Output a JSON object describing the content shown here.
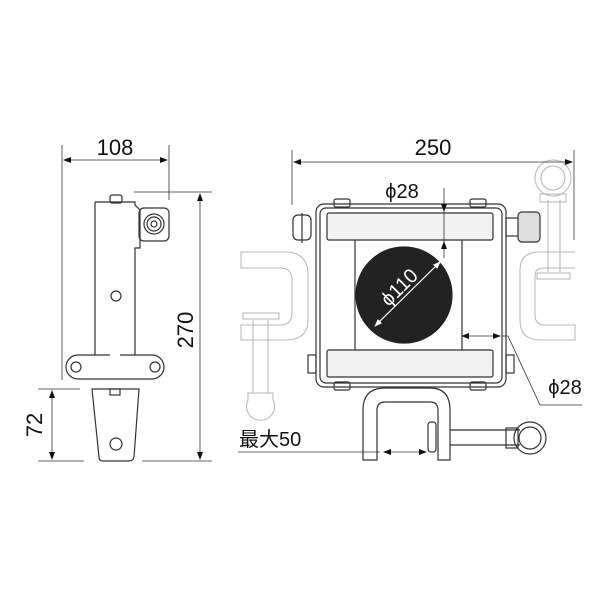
{
  "drawing": {
    "type": "dimensional-drawing",
    "colors": {
      "line": "#333333",
      "ghost": "#b5b5b5",
      "fill_dark": "#222222",
      "metal": "#dddddd"
    },
    "side_view": {
      "width_dim": "108",
      "height_dim": "270",
      "lower_dim": "72"
    },
    "front_view": {
      "width_dim": "250",
      "pipe_top_dim": "ϕ28",
      "pipe_side_dim": "ϕ28",
      "center_dim": "ϕ110",
      "clamp_dim": "最大50"
    }
  }
}
